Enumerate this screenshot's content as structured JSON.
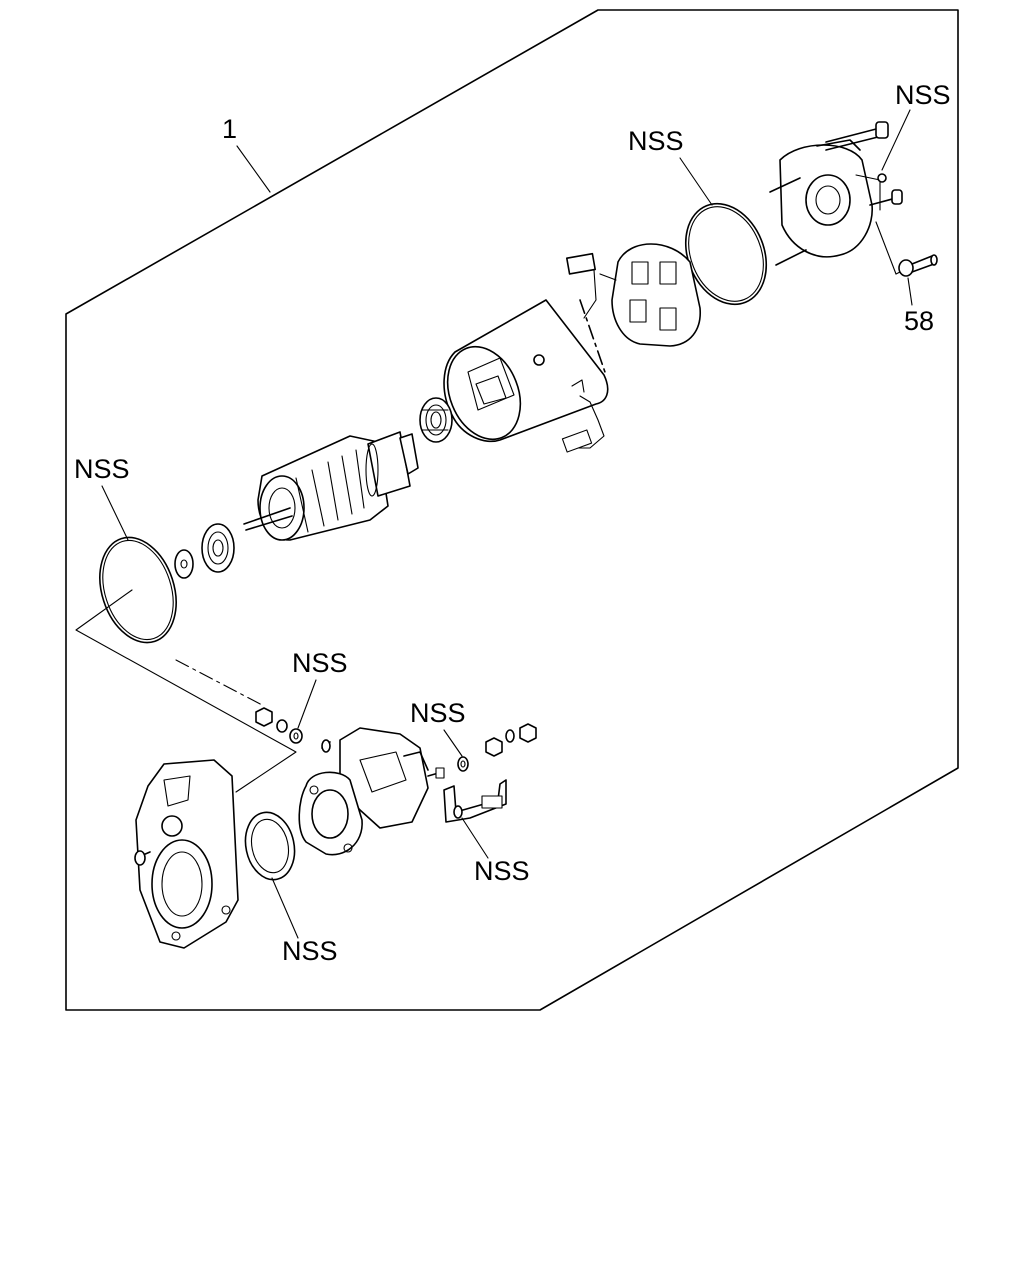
{
  "diagram": {
    "callouts": {
      "assembly": "1",
      "rear_cover_bolt": "58",
      "rear_cover_bolt_nss": "NSS",
      "rear_oring_nss": "NSS",
      "front_oring_nss": "NSS",
      "gear_washer_nss": "NSS",
      "solenoid_washer_nss": "NSS",
      "solenoid_terminal_nss": "NSS",
      "housing_gasket_nss": "NSS"
    }
  }
}
